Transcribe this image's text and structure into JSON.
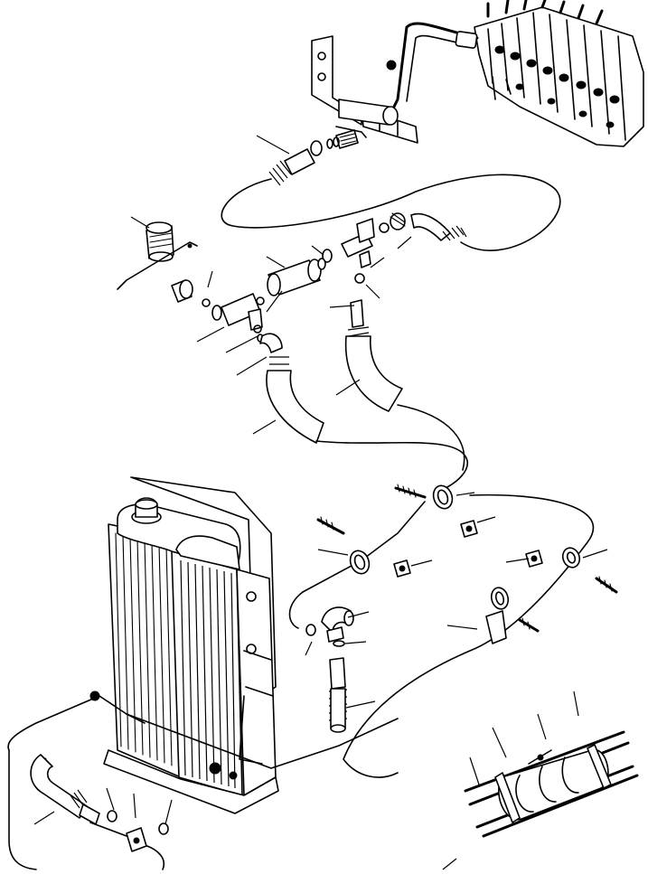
{
  "figure": {
    "kind": "parts-exploded-view",
    "labels": []
  },
  "components": [
    "control-valve-block",
    "mounting-bracket",
    "upper-hydraulic-hose",
    "elbow-fitting",
    "straight-adapter",
    "tee-fittings",
    "o-rings",
    "breather-cap",
    "flexible-return-hoses",
    "hose-clamps",
    "bolts-and-nuts",
    "radiator-oil-cooler",
    "lower-hose",
    "tank-fittings",
    "bundle-clamp-detail"
  ]
}
